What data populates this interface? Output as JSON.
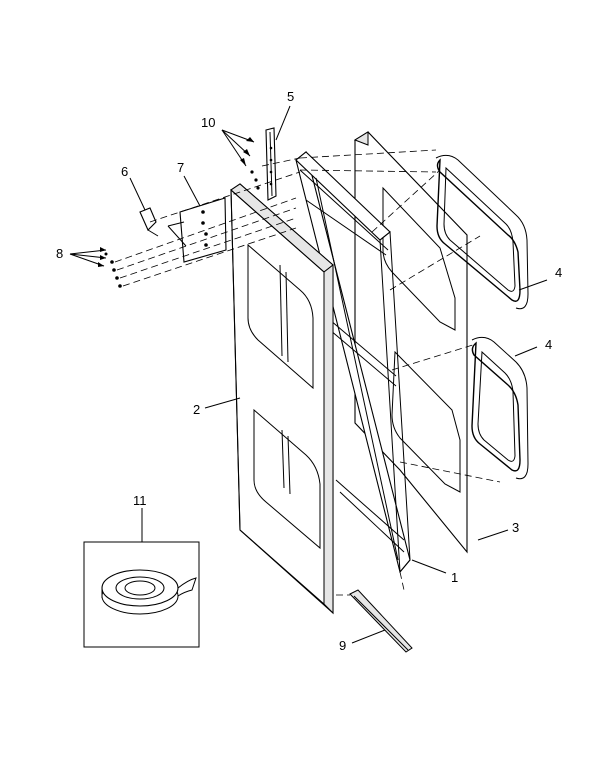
{
  "diagram": {
    "callouts": {
      "c1": "1",
      "c2": "2",
      "c3": "3",
      "c4a": "4",
      "c4b": "4",
      "c5": "5",
      "c6": "6",
      "c7": "7",
      "c8": "8",
      "c9": "9",
      "c10": "10",
      "c11": "11"
    }
  }
}
